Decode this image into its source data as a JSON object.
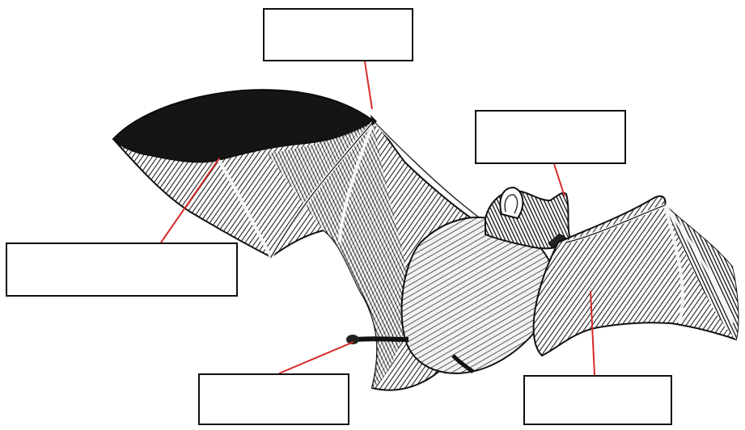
{
  "diagram": {
    "subject": "bat-anatomy-labeling-worksheet",
    "label_boxes": [
      {
        "id": "box-top",
        "text": ""
      },
      {
        "id": "box-right-upper",
        "text": ""
      },
      {
        "id": "box-left",
        "text": ""
      },
      {
        "id": "box-bottom-left",
        "text": ""
      },
      {
        "id": "box-bottom-right",
        "text": ""
      }
    ],
    "colors": {
      "leader_line": "#d62a2a",
      "box_border": "#111111",
      "ink": "#1a1a1a",
      "background": "#ffffff"
    }
  }
}
